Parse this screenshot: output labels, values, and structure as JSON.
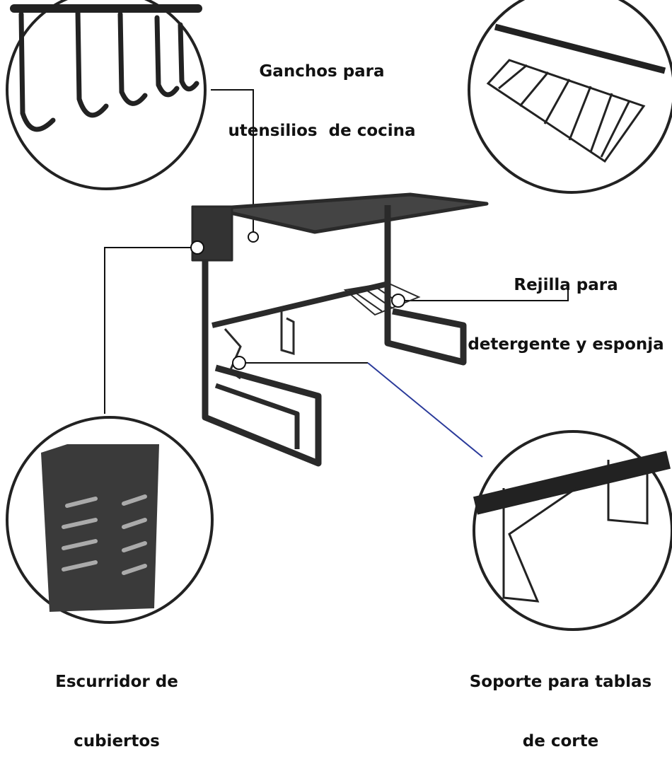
{
  "labels": {
    "hooks": {
      "line1": "Ganchos para",
      "line2": "utensilios  de cocina"
    },
    "rack": {
      "line1": "Rejilla para",
      "line2": "detergente y esponja"
    },
    "cutlery": {
      "line1": "Escurridor de",
      "line2": "cubiertos"
    },
    "board": {
      "line1": "Soporte para tablas",
      "line2": "de corte"
    }
  },
  "colors": {
    "product": "#2a2a2a",
    "callout_line": "#111111",
    "accent_line": "#2a3a9a"
  }
}
